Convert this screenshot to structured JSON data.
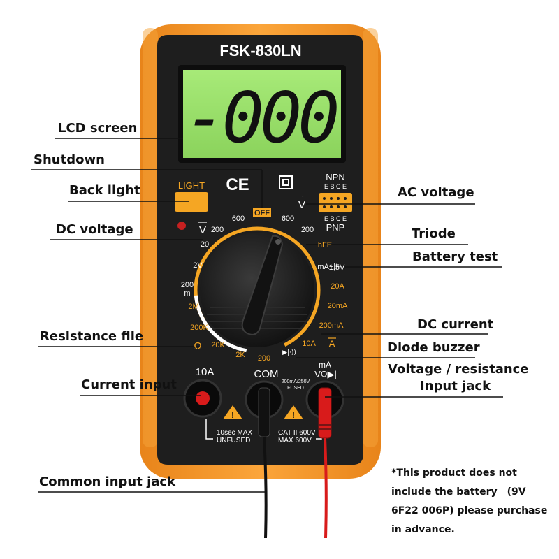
{
  "meter": {
    "model": "FSK-830LN",
    "display": "-000",
    "light_button": "LIGHT",
    "ce_mark": "CE",
    "off": "OFF",
    "npn": "NPN",
    "pnp": "PNP",
    "ebce": "E B C E",
    "ac_v_symbol": "V",
    "dc_v_symbol": "V",
    "dial_labels": {
      "v600_left": "600",
      "v200_left": "200",
      "v20": "20",
      "v2": "2V",
      "v200m_a": "200",
      "v200m_b": "m",
      "v600_right": "600",
      "v200_right": "200",
      "hfe": "hFE",
      "batt_a": "mA−|⊢",
      "batt_b": "1.5V",
      "a20": "20A",
      "ma20": "20mA",
      "ma200": "200mA",
      "a10": "10A",
      "a_dc": "A",
      "r2m": "2M",
      "r200k": "200K",
      "r20k": "20K",
      "r2k": "2K",
      "r200": "200",
      "ohm": "Ω",
      "diode": "▶|·))"
    },
    "jacks": {
      "a10": "10A",
      "com": "COM",
      "ma": "mA",
      "vohm": "VΩ▶|",
      "fuse_a": "200mA/250V",
      "fuse_b": "FUSED",
      "left_warn_a": "10sec MAX",
      "left_warn_b": "UNFUSED",
      "right_warn_a": "CAT II 600V",
      "right_warn_b": "MAX 600V"
    }
  },
  "callouts": {
    "lcd_screen": "LCD screen",
    "shutdown": "Shutdown",
    "back_light": "Back light",
    "dc_voltage": "DC voltage",
    "resistance_file": "Resistance file",
    "current_input": "Current input",
    "common_input_jack": "Common input jack",
    "ac_voltage": "AC voltage",
    "triode": "Triode",
    "battery_test": "Battery test",
    "dc_current": "DC current",
    "diode_buzzer": "Diode buzzer",
    "voltage_resistance": "Voltage / resistance",
    "input_jack": "Input jack"
  },
  "note": [
    "*This product does not",
    "include the battery　(9V",
    "6F22 006P) please purchase",
    "in advance."
  ],
  "colors": {
    "housing": "#F79A1E",
    "face": "#1E1E1E",
    "lcd": "#9BE06A",
    "accent": "#F5A623",
    "probe_red": "#D81B1B"
  }
}
